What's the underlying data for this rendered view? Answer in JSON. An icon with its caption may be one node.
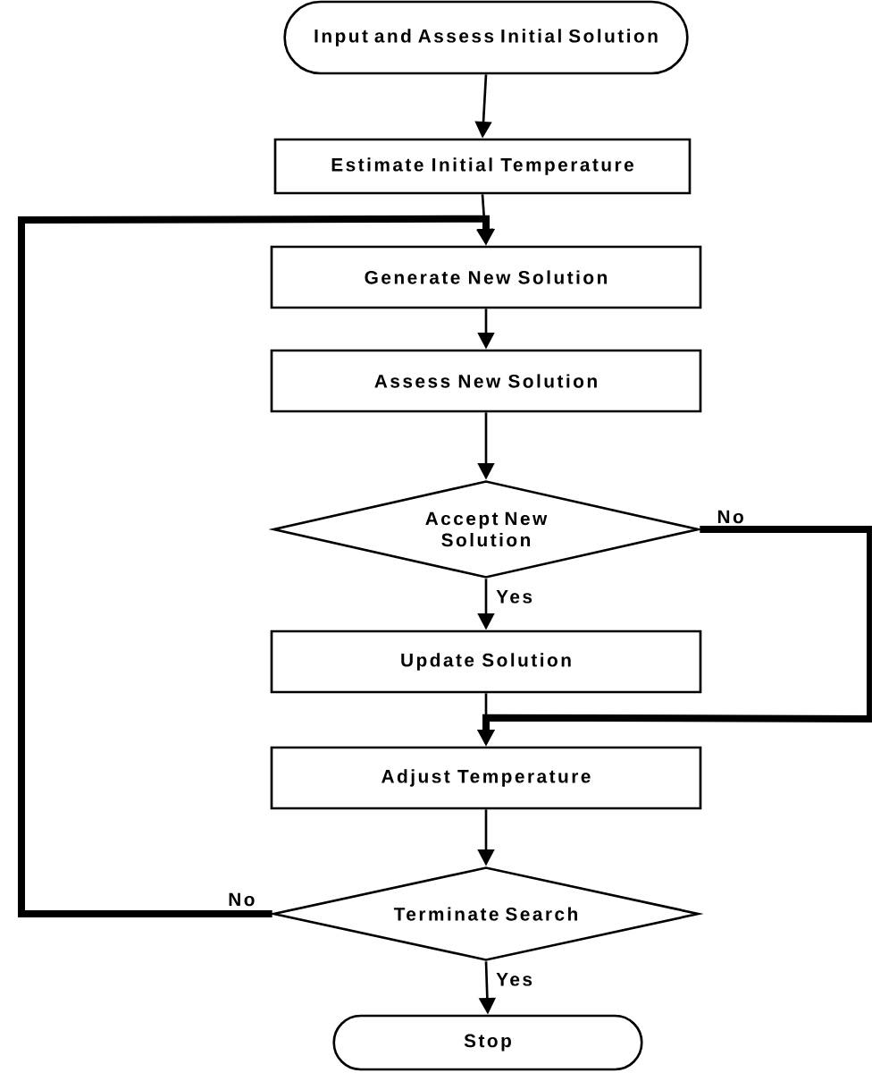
{
  "diagram": {
    "nodes": [
      {
        "text": [
          "Input and Assess Initial Solution"
        ]
      },
      {
        "text": [
          "Estimate Initial Temperature"
        ]
      },
      {
        "text": [
          "Generate New Solution"
        ]
      },
      {
        "text": [
          "Assess New Solution"
        ]
      },
      {
        "text": [
          "Accept New Solution"
        ]
      },
      {
        "text": [
          "Update Solution"
        ]
      },
      {
        "text": [
          "Adjust Temperature"
        ]
      },
      {
        "text": [
          "Terminate Search"
        ]
      },
      {
        "text": [
          "Stop"
        ]
      }
    ],
    "edges": [
      {
        "from": 0,
        "to": 1,
        "arrow": "to"
      },
      {
        "from": 1,
        "to": 2,
        "arrow": "to"
      },
      {
        "from": 2,
        "to": 3,
        "arrow": "to"
      },
      {
        "from": 3,
        "to": 4,
        "arrow": "to"
      },
      {
        "from": 4,
        "to": 5,
        "arrow": "to",
        "label": "Yes"
      },
      {
        "from": 4,
        "to": 6,
        "arrow": "to",
        "label": "No",
        "style": "thick"
      },
      {
        "from": 5,
        "to": 6,
        "arrow": "to"
      },
      {
        "from": 6,
        "to": 7,
        "arrow": "to"
      },
      {
        "from": 7,
        "to": 2,
        "arrow": "to",
        "label": "No",
        "style": "thick"
      },
      {
        "from": 7,
        "to": 8,
        "arrow": "to",
        "label": "Yes"
      }
    ]
  }
}
